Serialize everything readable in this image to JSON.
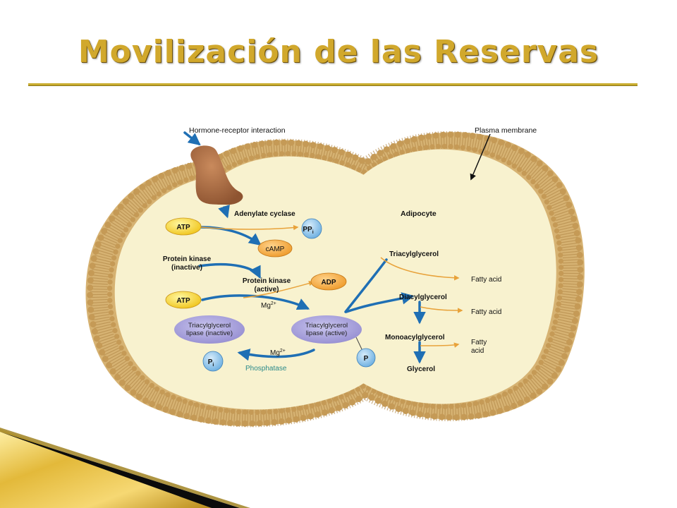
{
  "slide": {
    "title": "Movilización de las Reservas"
  },
  "colors": {
    "membrane": "#d6b272",
    "head": "#c59a56",
    "cytoplasm": "#f8f2cf",
    "arrow_blue": "#1f6fb4",
    "arrow_orange": "#e8a23a",
    "accent": "#c9ac2f"
  },
  "diagram": {
    "hormone_receptor": "Hormone-receptor interaction",
    "plasma_membrane": "Plasma membrane",
    "adenylate_cyclase": "Adenylate cyclase",
    "adipocyte": "Adipocyte",
    "atp_1": "ATP",
    "ppi": "PP",
    "ppi_sub": "i",
    "camp": "cAMP",
    "pk_inactive_1": "Protein kinase",
    "pk_inactive_2": "(inactive)",
    "pk_active_1": "Protein kinase",
    "pk_active_2": "(active)",
    "adp": "ADP",
    "atp_2": "ATP",
    "mg_top": "Mg",
    "mg_top_sup": "2+",
    "tgl_inactive_1": "Triacylglycerol",
    "tgl_inactive_2": "lipase (inactive)",
    "tgl_active_1": "Triacylglycerol",
    "tgl_active_2": "lipase (active)",
    "mg_bottom": "Mg",
    "mg_bottom_sup": "2+",
    "pi": "P",
    "pi_sub": "i",
    "phosphatase": "Phosphatase",
    "p": "P",
    "triacylglycerol": "Triacylglycerol",
    "diacylglycerol": "Diacylglycerol",
    "monoacylglycerol": "Monoacylglycerol",
    "glycerol": "Glycerol",
    "fatty_acid_1": "Fatty acid",
    "fatty_acid_2": "Fatty acid",
    "fatty_acid_3a": "Fatty",
    "fatty_acid_3b": "acid"
  }
}
